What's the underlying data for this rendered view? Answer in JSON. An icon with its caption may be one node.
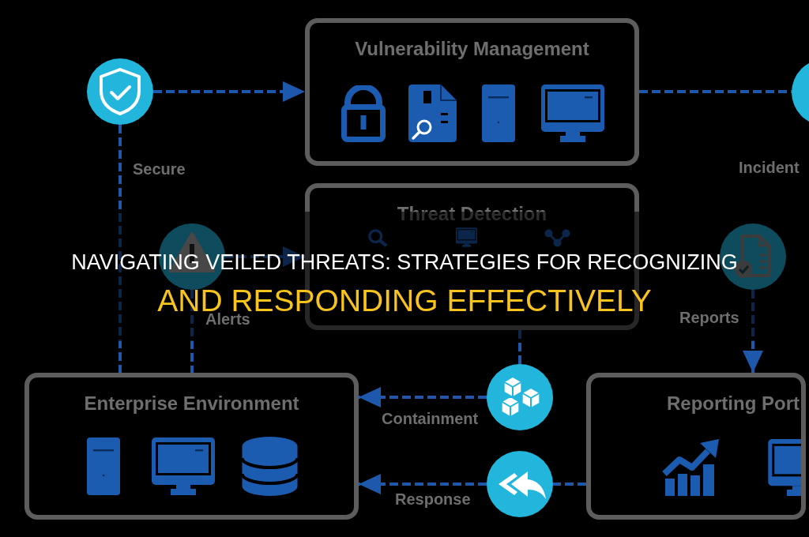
{
  "diagram": {
    "title": "NAVIGATING VEILED THREATS: STRATEGIES FOR RECOGNIZING AND RESPONDING EFFECTIVELY",
    "nodes": [
      {
        "text": [],
        "shape": "circle"
      },
      {
        "text": [
          "Vulnerability Management"
        ]
      },
      {
        "text": [],
        "shape": "circle"
      },
      {
        "text": [],
        "shape": "circle"
      },
      {
        "text": [
          "Threat Detection"
        ]
      },
      {
        "text": [],
        "shape": "circle"
      },
      {
        "text": [
          "Enterprise Environment"
        ]
      },
      {
        "text": [],
        "shape": "circle"
      },
      {
        "text": [
          "Reporting Port"
        ]
      },
      {
        "text": [],
        "shape": "circle"
      }
    ],
    "edges": [
      {
        "from": 0,
        "to": 1,
        "arrow": "to",
        "style": "dashed"
      },
      {
        "from": 1,
        "to": 2,
        "arrow": "none",
        "style": "dashed"
      },
      {
        "from": 0,
        "to": 6,
        "arrow": "none",
        "style": "dashed",
        "label": "Secure"
      },
      {
        "from": 3,
        "to": 4,
        "arrow": "to",
        "style": "dashed"
      },
      {
        "from": 3,
        "to": 6,
        "arrow": "none",
        "style": "dashed",
        "label": "Alerts"
      },
      {
        "from": 4,
        "to": 7,
        "arrow": "none",
        "style": "dashed"
      },
      {
        "from": 7,
        "to": 6,
        "arrow": "to",
        "style": "dashed",
        "label": "Containment"
      },
      {
        "from": 9,
        "to": 6,
        "arrow": "to",
        "style": "dashed",
        "label": "Response"
      },
      {
        "from": 8,
        "to": 9,
        "arrow": "none",
        "style": "dashed"
      },
      {
        "from": 5,
        "to": 8,
        "arrow": "to",
        "style": "dashed",
        "label": "Reports"
      }
    ],
    "labels": [
      "Incident"
    ]
  }
}
